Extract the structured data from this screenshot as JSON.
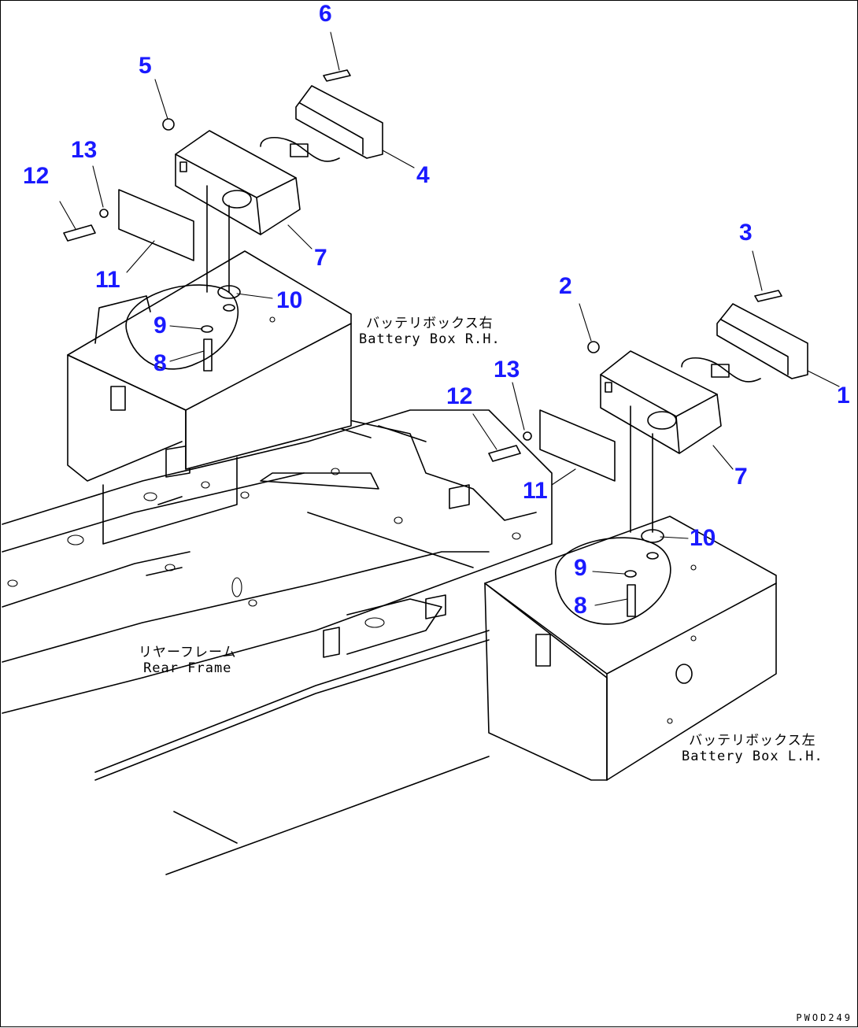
{
  "callouts": {
    "p1": "1",
    "p2": "2",
    "p3": "3",
    "p4": "4",
    "p5": "5",
    "p6": "6",
    "p7_right": "7",
    "p7_left": "7",
    "p8_right": "8",
    "p8_left": "8",
    "p9_right": "9",
    "p9_left": "9",
    "p10_right": "10",
    "p10_left": "10",
    "p11_right": "11",
    "p11_left": "11",
    "p12_right": "12",
    "p12_left": "12",
    "p13_right": "13",
    "p13_left": "13"
  },
  "labels": {
    "battery_rh_jp": "バッテリボックス右",
    "battery_rh_en": "Battery Box R.H.",
    "battery_lh_jp": "バッテリボックス左",
    "battery_lh_en": "Battery Box L.H.",
    "rear_frame_jp": "リヤーフレーム",
    "rear_frame_en": "Rear Frame"
  },
  "drawing_code": "PWOD249",
  "colors": {
    "callout": "#1a1aff",
    "line": "#000000",
    "background": "#ffffff"
  }
}
